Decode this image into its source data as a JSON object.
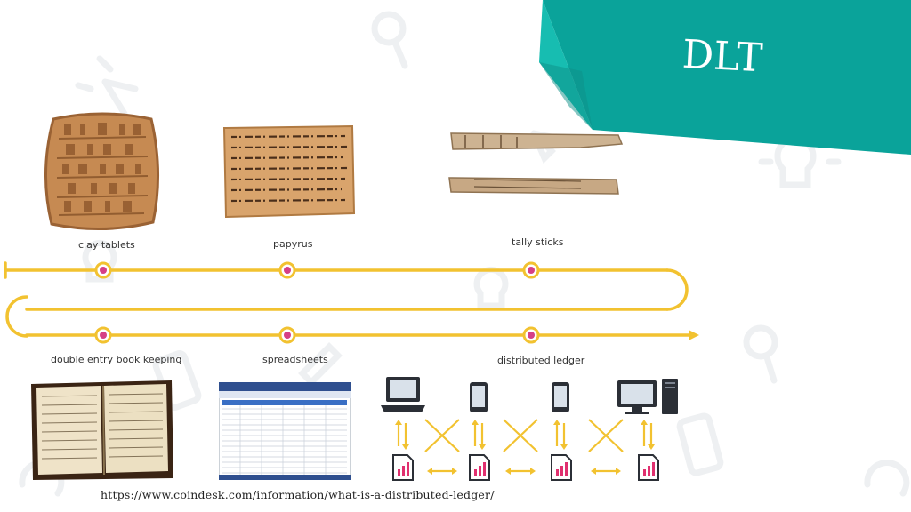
{
  "slide": {
    "title": "DLT",
    "source_url": "https://www.coindesk.com/information/what-is-a-distributed-ledger/"
  },
  "timeline": {
    "top_stages": [
      {
        "label": "clay tablets",
        "image": "clay-tablet-image"
      },
      {
        "label": "papyrus",
        "image": "papyrus-image"
      },
      {
        "label": "tally sticks",
        "image": "tally-sticks-image"
      }
    ],
    "bottom_stages": [
      {
        "label": "double entry book keeping",
        "image": "ledger-book-image"
      },
      {
        "label": "spreadsheets",
        "image": "spreadsheet-image"
      },
      {
        "label": "distributed ledger",
        "image": "distributed-ledger-diagram"
      }
    ]
  },
  "colors": {
    "banner": "#0aa39a",
    "banner_fold": "#17bdb1",
    "timeline": "#f2c230",
    "node_dot": "#d63f86",
    "arrow": "#f2c230",
    "doc_chart": "#e0306f"
  },
  "icons": [
    "laptop-icon",
    "phone-icon",
    "desktop-icon",
    "tower-icon",
    "document-chart-icon"
  ]
}
